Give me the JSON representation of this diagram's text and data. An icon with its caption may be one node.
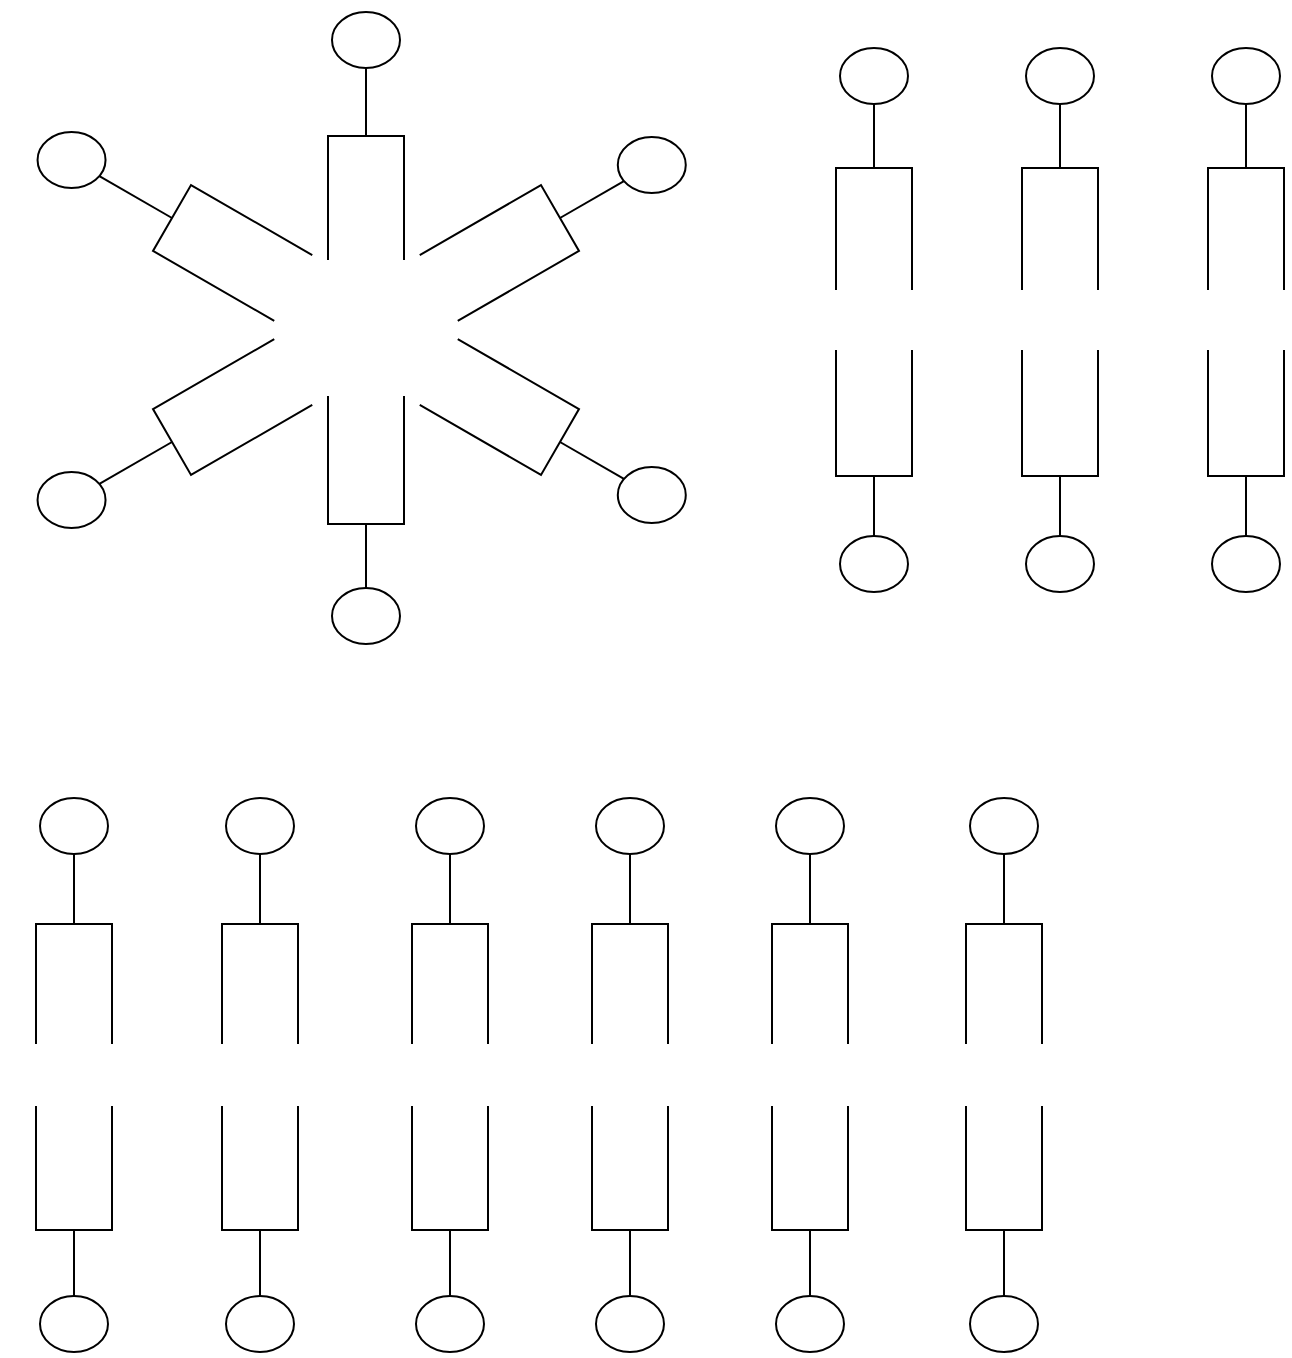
{
  "diagram": {
    "nodes": [
      {
        "text": [],
        "shape": "circle"
      },
      {
        "text": [],
        "shape": "box"
      },
      {
        "text": [],
        "shape": "circle"
      },
      {
        "text": [],
        "shape": "box"
      },
      {
        "text": [],
        "shape": "circle"
      },
      {
        "text": [],
        "shape": "box"
      },
      {
        "text": [],
        "shape": "circle"
      },
      {
        "text": [],
        "shape": "box"
      },
      {
        "text": [],
        "shape": "circle"
      },
      {
        "text": [],
        "shape": "box"
      },
      {
        "text": [],
        "shape": "box"
      },
      {
        "text": [],
        "shape": "circle"
      },
      {
        "text": [],
        "shape": "circle"
      },
      {
        "text": [],
        "shape": "box"
      },
      {
        "text": [],
        "shape": "box"
      },
      {
        "text": [],
        "shape": "circle"
      },
      {
        "text": [],
        "shape": "circle"
      },
      {
        "text": [],
        "shape": "box"
      },
      {
        "text": [],
        "shape": "box"
      },
      {
        "text": [],
        "shape": "circle"
      },
      {
        "text": [],
        "shape": "circle"
      },
      {
        "text": [],
        "shape": "box"
      },
      {
        "text": [],
        "shape": "box"
      },
      {
        "text": [],
        "shape": "circle"
      },
      {
        "text": [],
        "shape": "circle"
      },
      {
        "text": [],
        "shape": "box"
      },
      {
        "text": [],
        "shape": "box"
      },
      {
        "text": [],
        "shape": "circle"
      },
      {
        "text": [],
        "shape": "circle"
      },
      {
        "text": [],
        "shape": "box"
      },
      {
        "text": [],
        "shape": "box"
      },
      {
        "text": [],
        "shape": "circle"
      },
      {
        "text": [],
        "shape": "circle"
      },
      {
        "text": [],
        "shape": "box"
      },
      {
        "text": [],
        "shape": "box"
      },
      {
        "text": [],
        "shape": "circle"
      },
      {
        "text": [],
        "shape": "circle"
      },
      {
        "text": [],
        "shape": "box"
      },
      {
        "text": [],
        "shape": "box"
      },
      {
        "text": [],
        "shape": "circle"
      },
      {
        "text": [],
        "shape": "circle"
      },
      {
        "text": [],
        "shape": "box"
      },
      {
        "text": [],
        "shape": "box"
      },
      {
        "text": [],
        "shape": "circle"
      },
      {
        "text": [],
        "shape": "circle"
      },
      {
        "text": [],
        "shape": "box"
      },
      {
        "text": [],
        "shape": "box"
      },
      {
        "text": [],
        "shape": "circle"
      }
    ],
    "edges": [
      {
        "from": 0,
        "to": 1,
        "arrow": "none"
      },
      {
        "from": 2,
        "to": 3,
        "arrow": "none"
      },
      {
        "from": 4,
        "to": 5,
        "arrow": "none"
      },
      {
        "from": 6,
        "to": 7,
        "arrow": "none"
      },
      {
        "from": 8,
        "to": 9,
        "arrow": "none"
      },
      {
        "from": 10,
        "to": 11,
        "arrow": "none"
      },
      {
        "from": 12,
        "to": 13,
        "arrow": "none"
      },
      {
        "from": 14,
        "to": 15,
        "arrow": "none"
      },
      {
        "from": 16,
        "to": 17,
        "arrow": "none"
      },
      {
        "from": 18,
        "to": 19,
        "arrow": "none"
      },
      {
        "from": 20,
        "to": 21,
        "arrow": "none"
      },
      {
        "from": 22,
        "to": 23,
        "arrow": "none"
      },
      {
        "from": 24,
        "to": 25,
        "arrow": "none"
      },
      {
        "from": 26,
        "to": 27,
        "arrow": "none"
      },
      {
        "from": 28,
        "to": 29,
        "arrow": "none"
      },
      {
        "from": 30,
        "to": 31,
        "arrow": "none"
      },
      {
        "from": 32,
        "to": 33,
        "arrow": "none"
      },
      {
        "from": 34,
        "to": 35,
        "arrow": "none"
      },
      {
        "from": 36,
        "to": 37,
        "arrow": "none"
      },
      {
        "from": 38,
        "to": 39,
        "arrow": "none"
      },
      {
        "from": 40,
        "to": 41,
        "arrow": "none"
      },
      {
        "from": 42,
        "to": 43,
        "arrow": "none"
      },
      {
        "from": 44,
        "to": 45,
        "arrow": "none"
      },
      {
        "from": 46,
        "to": 47,
        "arrow": "none"
      }
    ]
  }
}
